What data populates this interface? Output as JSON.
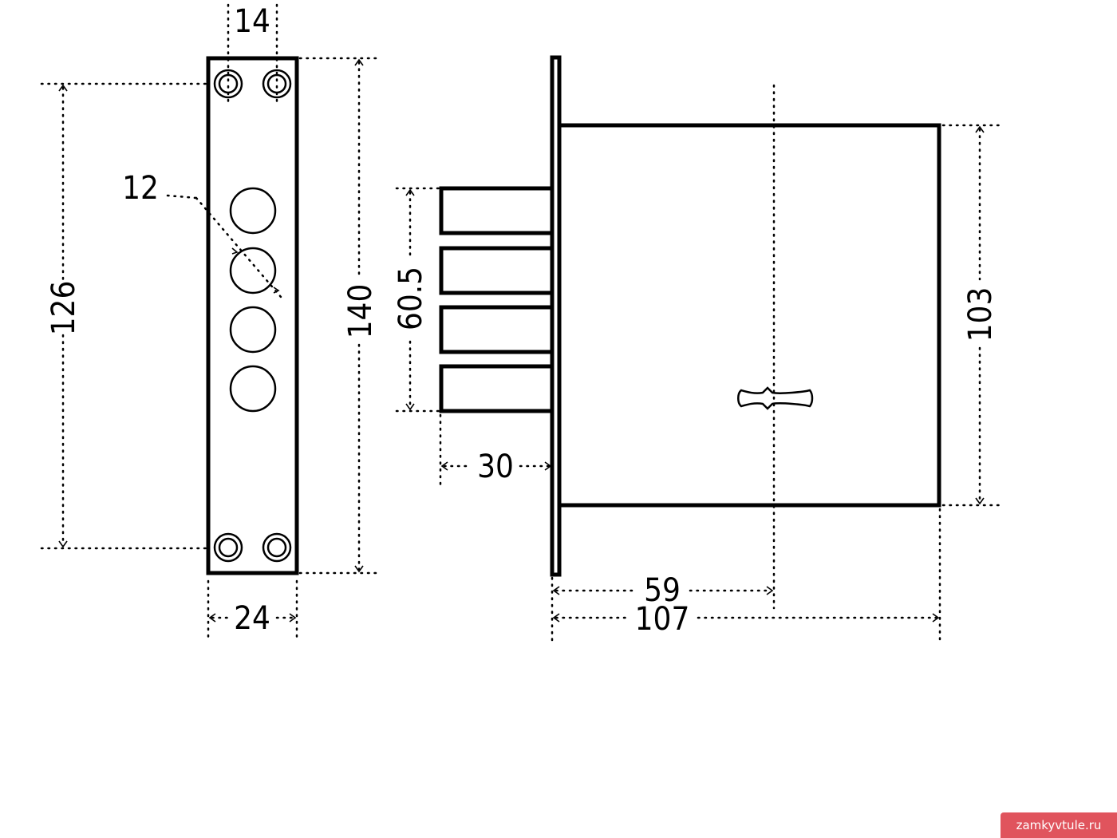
{
  "drawing": {
    "subject": "mortise lock with strike plate",
    "units": "mm",
    "front_plate": {
      "dimensions": {
        "screw_spacing_horizontal": "14",
        "plate_width": "24",
        "screw_spacing_vertical": "126",
        "plate_height": "140",
        "bolt_diameter": "12"
      },
      "bolt_holes_count": 4,
      "screw_holes_count": 4
    },
    "side_view": {
      "dimensions": {
        "bolt_group_height": "60.5",
        "bolt_projection": "30",
        "body_height": "103",
        "backset": "59",
        "body_depth": "107"
      },
      "bolts_count": 4
    }
  },
  "watermark": {
    "text": "zamkyvtule.ru",
    "background": "#e0545d",
    "color": "#ffffff"
  },
  "colors": {
    "line": "#000000",
    "background": "#ffffff"
  }
}
